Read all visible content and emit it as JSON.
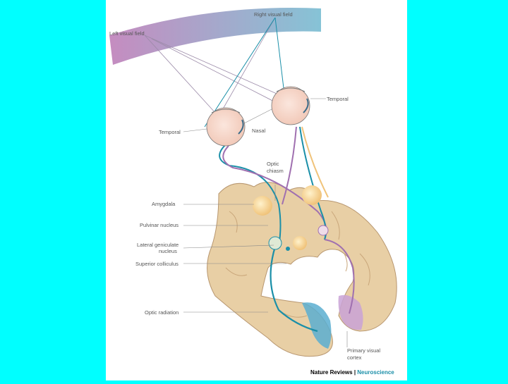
{
  "labels": {
    "right_visual_field": "Right visual field",
    "left_visual_field": "Left visual field",
    "temporal_right": "Temporal",
    "temporal_left": "Temporal",
    "nasal": "Nasal",
    "optic_chiasm_1": "Optic",
    "optic_chiasm_2": "chiasm",
    "amygdala": "Amygdala",
    "pulvinar": "Pulvinar nucleus",
    "lgn_1": "Lateral geniculate",
    "lgn_2": "nucleus",
    "superior_colliculus": "Superior colliculus",
    "optic_radiation": "Optic radiation",
    "primary_visual_1": "Primary visual",
    "primary_visual_2": "cortex"
  },
  "brand": {
    "part1": "Nature Reviews",
    "separator": " | ",
    "part2": "Neuroscience"
  },
  "colors": {
    "background": "#00ffff",
    "panel": "#ffffff",
    "brain": "#e8cfa5",
    "brain_outline": "#b89770",
    "teal_path": "#1a8fa8",
    "purple_path": "#a070b0",
    "eye": "#f6d9cf",
    "nucleus": "#f7d59a"
  }
}
